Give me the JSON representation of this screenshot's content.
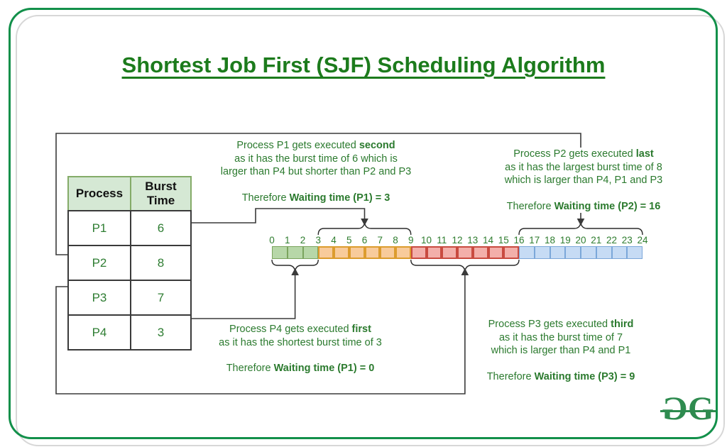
{
  "title": "Shortest Job First (SJF) Scheduling Algorithm",
  "colors": {
    "title_green": "#1c7b1c",
    "text_green": "#2b7a2e",
    "frame_green": "#12904a",
    "shadow_grey": "#d7d7d7",
    "logo_green": "#2e8b4f",
    "connector_dark": "#3a3a3a",
    "table_header_bg": "#d5e8d4"
  },
  "process_table": {
    "headers": [
      "Process",
      "Burst Time"
    ],
    "rows": [
      {
        "process": "P1",
        "burst_time": "6"
      },
      {
        "process": "P2",
        "burst_time": "8"
      },
      {
        "process": "P3",
        "burst_time": "7"
      },
      {
        "process": "P4",
        "burst_time": "3"
      }
    ]
  },
  "chart_data": {
    "type": "gantt-timeline",
    "x_axis": {
      "min": 0,
      "max": 24,
      "tick_labels": [
        0,
        1,
        2,
        3,
        4,
        5,
        6,
        7,
        8,
        9,
        10,
        11,
        12,
        13,
        14,
        15,
        16,
        17,
        18,
        19,
        20,
        21,
        22,
        23,
        24
      ]
    },
    "segments": [
      {
        "process": "P4",
        "start": 0,
        "end": 3,
        "fill": "#b7d7a8",
        "border": "#7ba45e",
        "border_width": 1.6
      },
      {
        "process": "P1",
        "start": 3,
        "end": 9,
        "fill": "#f8cb9b",
        "border": "#dc9c2e",
        "border_width": 2
      },
      {
        "process": "P3",
        "start": 9,
        "end": 16,
        "fill": "#f3afaa",
        "border": "#c94b40",
        "border_width": 2.2
      },
      {
        "process": "P2",
        "start": 16,
        "end": 24,
        "fill": "#c6dbf4",
        "border": "#7ba7d9",
        "border_width": 1.6
      }
    ],
    "braces": [
      {
        "from": 3,
        "to": 9,
        "side": "top"
      },
      {
        "from": 16,
        "to": 24,
        "side": "top"
      },
      {
        "from": 0,
        "to": 3,
        "side": "bottom"
      },
      {
        "from": 9,
        "to": 16,
        "side": "bottom"
      }
    ]
  },
  "notes": {
    "p1": {
      "lead": "Process P1 gets executed ",
      "lead_bold": "second",
      "body": "as it has the burst time of 6 which is\nlarger than P4 but shorter than P2 and P3",
      "therefore": "Therefore ",
      "therefore_bold": "Waiting time (P1) = 3"
    },
    "p2": {
      "lead": "Process P2 gets executed ",
      "lead_bold": "last",
      "body": "as it has the largest burst time of 8\nwhich is larger than P4, P1 and P3",
      "therefore": "Therefore ",
      "therefore_bold": "Waiting time (P2) = 16"
    },
    "p4": {
      "lead": "Process P4 gets executed ",
      "lead_bold": "first",
      "body": "as it has the shortest burst time of 3",
      "therefore": "Therefore ",
      "therefore_bold": "Waiting time (P1) = 0"
    },
    "p3": {
      "lead": "Process P3 gets executed ",
      "lead_bold": "third",
      "body": "as it has the burst time of 7\nwhich is larger than P4 and P1",
      "therefore": "Therefore ",
      "therefore_bold": "Waiting time (P3) = 9"
    }
  },
  "logo": {
    "glyph_left": "G",
    "glyph_right": "G"
  }
}
